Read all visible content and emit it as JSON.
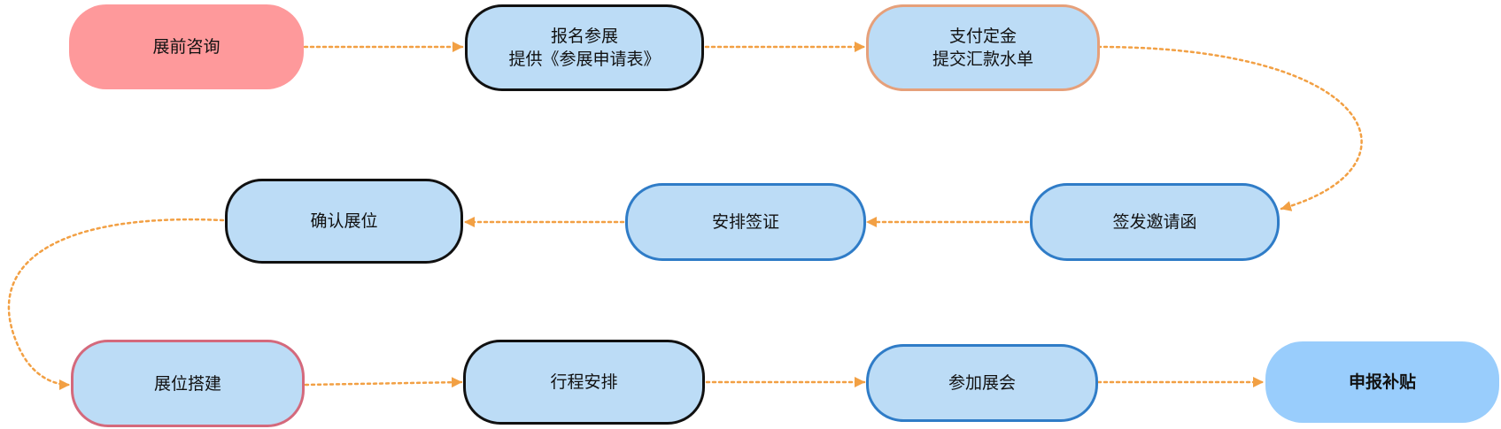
{
  "colors": {
    "arrow": "#f2a044",
    "node_fill": "#bcdcf6",
    "start_fill": "#fe999b",
    "end_fill": "#99cdfc",
    "border_black": "#111111",
    "border_blue": "#2f7cc7",
    "border_orange": "#e6a07a",
    "border_pink": "#d4697c"
  },
  "steps": [
    {
      "lines": [
        "展前咨询"
      ]
    },
    {
      "lines": [
        "报名参展",
        "提供《参展申请表》"
      ]
    },
    {
      "lines": [
        "支付定金",
        "提交汇款水单"
      ]
    },
    {
      "lines": [
        "签发邀请函"
      ]
    },
    {
      "lines": [
        "安排签证"
      ]
    },
    {
      "lines": [
        "确认展位"
      ]
    },
    {
      "lines": [
        "展位搭建"
      ]
    },
    {
      "lines": [
        "行程安排"
      ]
    },
    {
      "lines": [
        "参加展会"
      ]
    },
    {
      "lines": [
        "申报补贴"
      ]
    }
  ]
}
